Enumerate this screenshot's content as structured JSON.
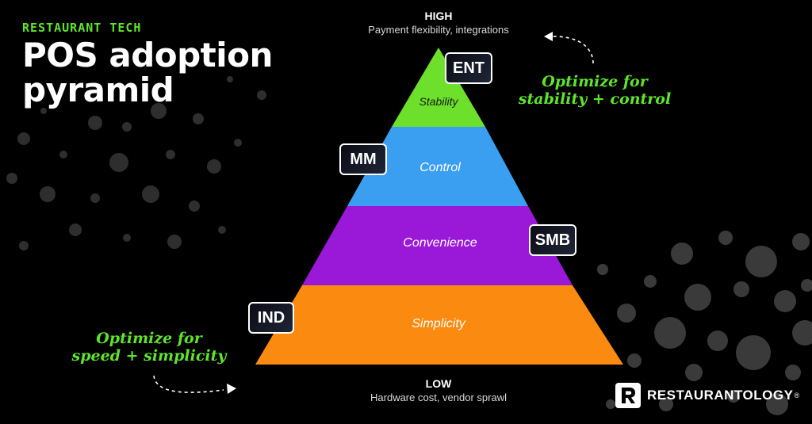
{
  "kicker": "RESTAURANT TECH",
  "title": {
    "line1": "POS adoption",
    "line2": "pyramid"
  },
  "top_axis": {
    "level": "HIGH",
    "caption": "Payment flexibility, integrations"
  },
  "bottom_axis": {
    "level": "LOW",
    "caption": "Hardware cost, vendor sprawl"
  },
  "layers": [
    {
      "label": "Stability",
      "color": "#6ce02b"
    },
    {
      "label": "Control",
      "color": "#3a9ff0"
    },
    {
      "label": "Convenience",
      "color": "#9a19d8"
    },
    {
      "label": "Simplicity",
      "color": "#fb8a10"
    }
  ],
  "badges": {
    "ent": "ENT",
    "mm": "MM",
    "smb": "SMB",
    "ind": "IND"
  },
  "notes": {
    "top": {
      "line1": "Optimize for",
      "line2": "stability + control"
    },
    "bottom": {
      "line1": "Optimize for",
      "line2": "speed + simplicity"
    }
  },
  "brand": {
    "name": "RESTAURANTOLOGY",
    "mark": "®"
  },
  "colors": {
    "accent": "#5fe62b",
    "background": "#000000",
    "dots": "#3a3a3a"
  }
}
